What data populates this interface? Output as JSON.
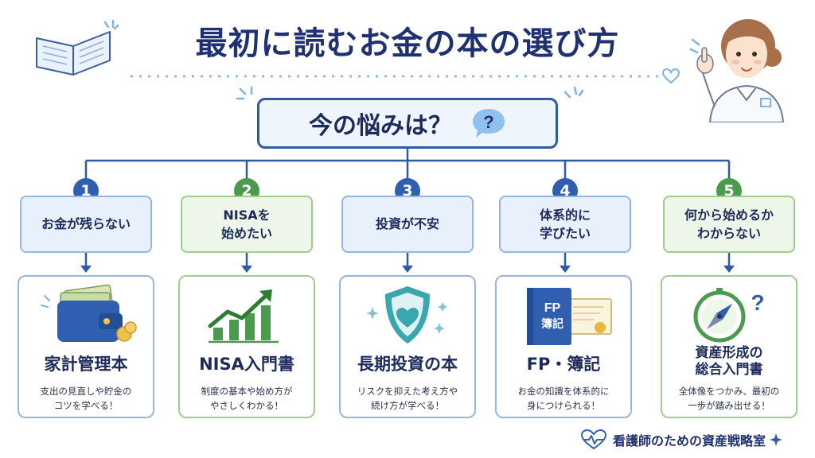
{
  "title": "最初に読むお金の本の選び方",
  "question": "今の悩みは？",
  "question_icon": "?",
  "colors": {
    "blue": "#2f5fae",
    "green": "#4c9a4f",
    "navy": "#1f3172"
  },
  "items": [
    {
      "number": "1",
      "category": "お金が残らない",
      "book": "家計管理本",
      "description": "支出の見直しや貯金の\nコツを学べる！",
      "theme": "blue",
      "icon": "wallet-icon"
    },
    {
      "number": "2",
      "category": "NISAを\n始めたい",
      "book": "NISA入門書",
      "description": "制度の基本や始め方が\nやさしくわかる！",
      "theme": "green",
      "icon": "growth-chart-icon"
    },
    {
      "number": "3",
      "category": "投資が不安",
      "book": "長期投資の本",
      "description": "リスクを抑えた考え方や\n続け方が学べる！",
      "theme": "blue",
      "icon": "shield-heart-icon"
    },
    {
      "number": "4",
      "category": "体系的に\n学びたい",
      "book": "FP・簿記",
      "description": "お金の知識を体系的に\n身につけられる！",
      "theme": "blue",
      "icon": "fp-book-icon",
      "icon_label": "FP\n簿記"
    },
    {
      "number": "5",
      "category": "何から始めるか\nわからない",
      "book": "資産形成の\n総合入門書",
      "description": "全体像をつかみ、最初の\n一歩が踏み出せる！",
      "theme": "green",
      "icon": "compass-icon",
      "icon_mark": "?"
    }
  ],
  "footer": {
    "brand": "看護師のための資産戦略室",
    "icon": "heartbeat-icon"
  }
}
